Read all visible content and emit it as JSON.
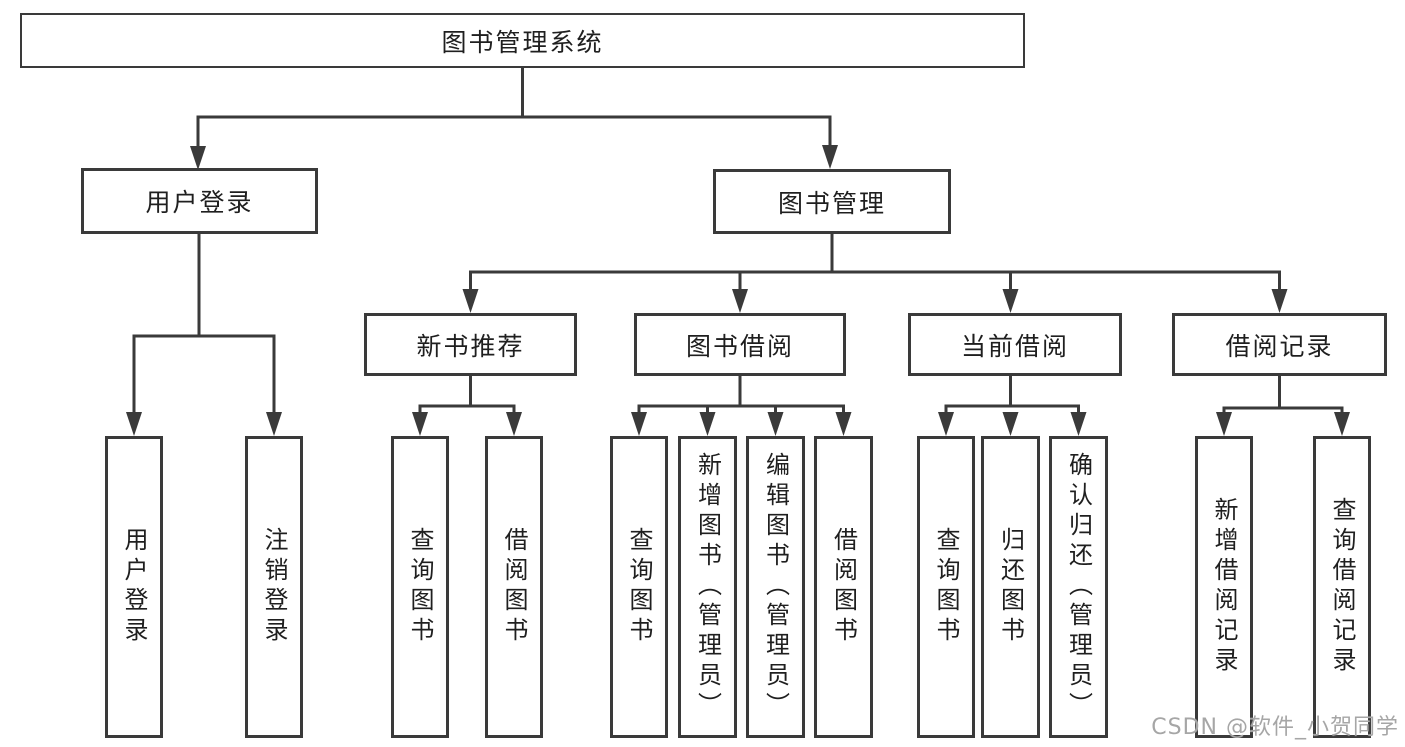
{
  "diagram_title": "图书管理系统",
  "nodes": {
    "root": "图书管理系统",
    "user_login": "用户登录",
    "book_mgmt": "图书管理",
    "new_book_rec": "新书推荐",
    "book_borrow": "图书借阅",
    "current_borrow": "当前借阅",
    "borrow_record": "借阅记录",
    "leaf_user_login": "用户登录",
    "leaf_logout": "注销登录",
    "leaf_nb_query_books": "查询图书",
    "leaf_nb_borrow_books": "借阅图书",
    "leaf_bb_query_books": "查询图书",
    "leaf_bb_add_books_admin": "新增图书（管理员）",
    "leaf_bb_edit_books_admin": "编辑图书（管理员）",
    "leaf_bb_borrow_books": "借阅图书",
    "leaf_cb_query_books": "查询图书",
    "leaf_cb_return_books": "归还图书",
    "leaf_cb_confirm_return_admin": "确认归还（管理员）",
    "leaf_br_add_record": "新增借阅记录",
    "leaf_br_query_record": "查询借阅记录"
  },
  "watermark": "CSDN @软件_小贺同学",
  "colors": {
    "line": "#3a3a3a",
    "box_border": "#3a3a3a",
    "text": "#1f1f1f",
    "watermark": "#a6a6a6",
    "background": "#ffffff"
  }
}
